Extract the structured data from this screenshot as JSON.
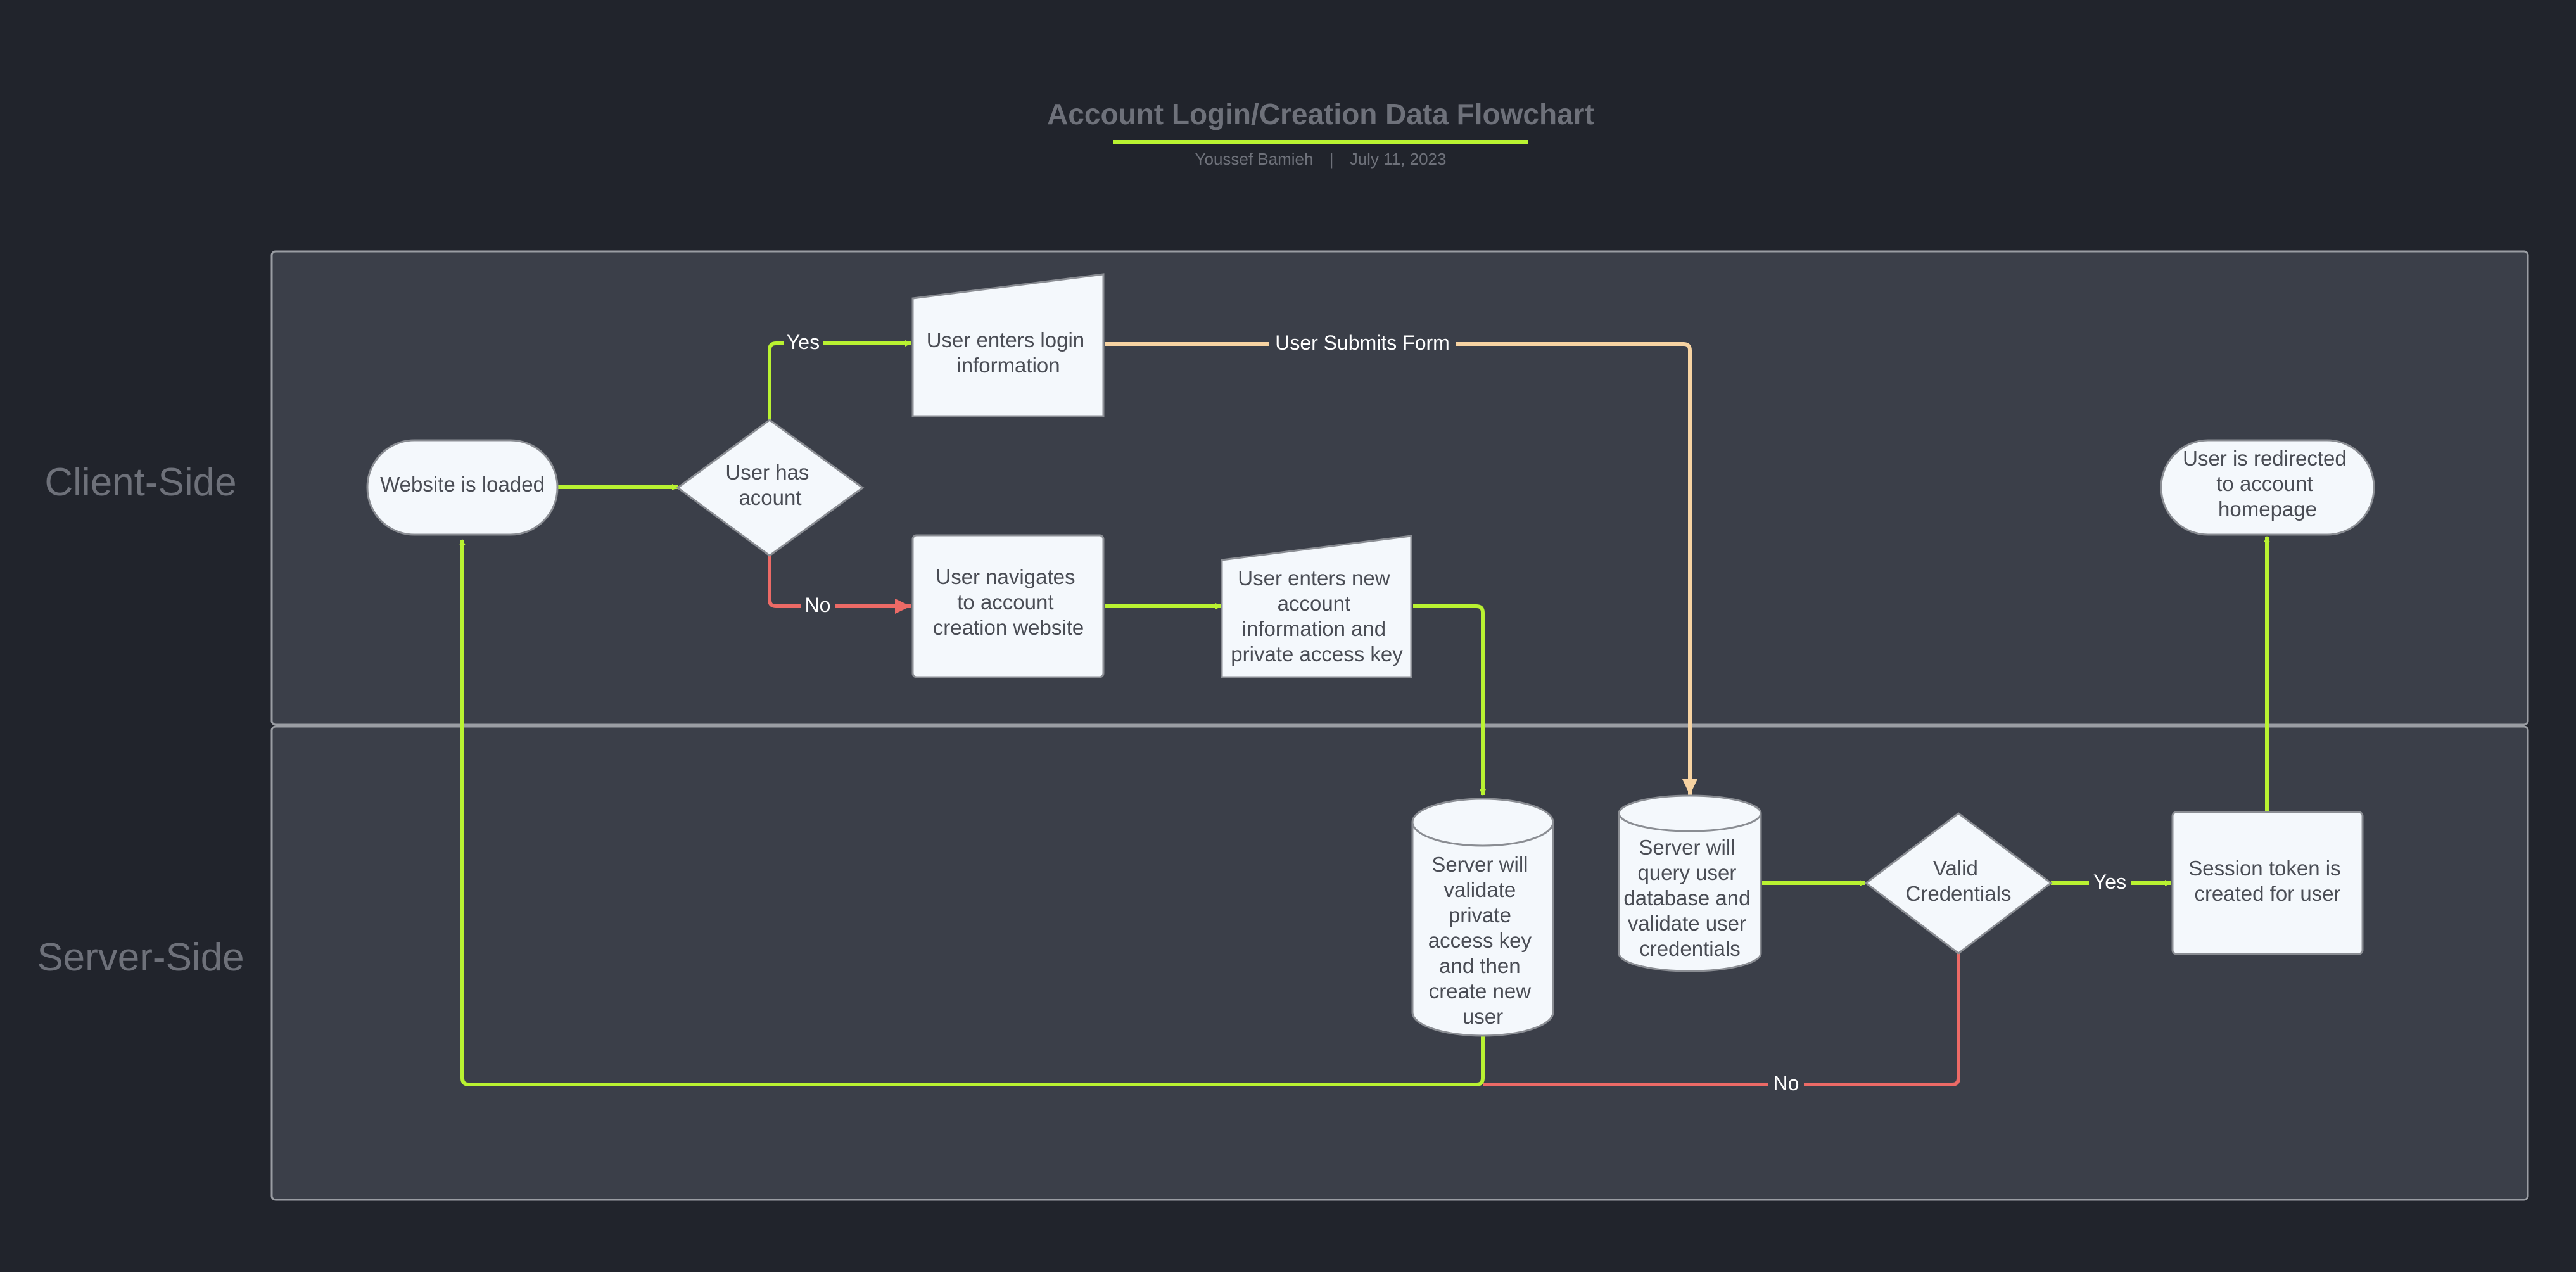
{
  "header": {
    "title": "Account Login/Creation Data Flowchart",
    "author": "Youssef Bamieh",
    "separator": "|",
    "date": "July 11, 2023"
  },
  "lanes": {
    "client": "Client-Side",
    "server": "Server-Side"
  },
  "nodes": {
    "website_loaded": [
      "Website is loaded"
    ],
    "has_account": [
      "User has",
      "acount"
    ],
    "enters_login": [
      "User enters login",
      "information"
    ],
    "navigates_creation": [
      "User navigates",
      "to account",
      "creation website"
    ],
    "enters_new_account": [
      "User enters new",
      "account",
      "information and",
      "private access key"
    ],
    "validate_create": [
      "Server will",
      "validate",
      "private",
      "access key",
      "and then",
      "create new",
      "user"
    ],
    "query_db": [
      "Server will",
      "query user",
      "database and",
      "validate user",
      "credentials"
    ],
    "valid_credentials": [
      "Valid",
      "Credentials"
    ],
    "session_token": [
      "Session token is",
      "created for user"
    ],
    "redirected": [
      "User is redirected",
      "to account",
      "homepage"
    ]
  },
  "edge_labels": {
    "has_account_yes": "Yes",
    "has_account_no": "No",
    "user_submits": "User Submits Form",
    "valid_yes": "Yes",
    "valid_no": "No"
  },
  "colors": {
    "background": "#21242c",
    "lane_fill": "#3b3f49",
    "lane_border": "#9a9da3",
    "node_fill": "#f4f8fc",
    "node_stroke": "#8a8d93",
    "node_text": "#4a4d55",
    "accent_green": "#b9f231",
    "accent_red": "#ec6a66",
    "accent_peach": "#f7d3a2",
    "title_text": "#6e717a",
    "edge_label_text": "#ffffff"
  }
}
